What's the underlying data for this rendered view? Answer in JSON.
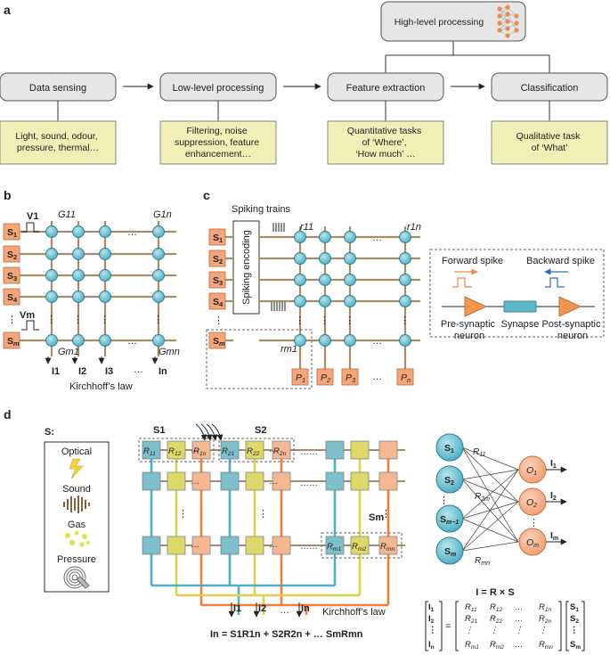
{
  "panel_a": {
    "label": "a",
    "high_level": "High-level processing",
    "stages": [
      {
        "title": "Data sensing",
        "detail": [
          "Light, sound, odour,",
          "pressure, thermal…"
        ]
      },
      {
        "title": "Low-level processing",
        "detail": [
          "Filtering, noise",
          "suppression, feature",
          "enhancement…"
        ]
      },
      {
        "title": "Feature extraction",
        "detail": [
          "Quantitative tasks",
          "of ‘Where’,",
          "‘How much’ …"
        ]
      },
      {
        "title": "Classification",
        "detail": [
          "Qualitative task",
          "of ‘What’"
        ]
      }
    ]
  },
  "panel_b": {
    "label": "b",
    "rows": [
      "S1",
      "S2",
      "S3",
      "S4",
      "Sm"
    ],
    "voltage_top": "V1",
    "voltage_bottom": "Vm",
    "g_top_left": "G11",
    "g_top_right": "G1n",
    "g_bottom_left": "Gm1",
    "g_bottom_right": "Gmn",
    "currents": [
      "I1",
      "I2",
      "I3",
      "In"
    ],
    "ellipsis": "…",
    "caption": "Kirchhoff’s law"
  },
  "panel_c": {
    "label": "c",
    "rows": [
      "S1",
      "S2",
      "S3",
      "S4",
      "Sm"
    ],
    "spiking_trains": "Spiking trains",
    "spiking_encoding": "Spiking encoding",
    "r_top_left": "r11",
    "r_top_right": "r1n",
    "r_bottom": "rm1",
    "outputs": [
      "P1",
      "P2",
      "P3",
      "Pn"
    ],
    "legend": {
      "forward": "Forward spike",
      "backward": "Backward spike",
      "pre": [
        "Pre-synaptic",
        "neuron"
      ],
      "synapse": "Synapse",
      "post": [
        "Post-synaptic",
        "neuron"
      ]
    }
  },
  "panel_d": {
    "label": "d",
    "s_title": "S:",
    "modalities": [
      "Optical",
      "Sound",
      "Gas",
      "Pressure"
    ],
    "group1": "S1",
    "group2": "S2",
    "groupm": "Sm",
    "top_cells": [
      "R11",
      "R12",
      "R1n",
      "R21",
      "R22",
      "R2n"
    ],
    "bottom_cells": [
      "Rm1",
      "Rm2",
      "Rmn"
    ],
    "currents": [
      "I1",
      "I2",
      "In"
    ],
    "kirchhoff": "Kirchhoff’s law",
    "formula": "In = S1R1n + S2R2n + … SmRmn",
    "net_inputs": [
      "S1",
      "S2",
      "Sm−1",
      "Sm"
    ],
    "net_outputs": [
      "O1",
      "O2",
      "Om"
    ],
    "net_out_currents": [
      "I1",
      "I2",
      "Im"
    ],
    "net_weights": [
      "R11",
      "R2m",
      "Rmn"
    ],
    "matrix_title": "I = R × S",
    "matrix_left": [
      "I1",
      "I2",
      "⋮",
      "In"
    ],
    "matrix_rows": [
      [
        "R11",
        "R12",
        "…",
        "R1n"
      ],
      [
        "R21",
        "R22",
        "…",
        "R2n"
      ],
      [
        "⋮",
        "⋮",
        "⋮",
        "⋮"
      ],
      [
        "Rm1",
        "Rm2",
        "…",
        "Rmn"
      ]
    ],
    "matrix_right": [
      "S1",
      "S2",
      "⋮",
      "Sm"
    ],
    "colors": {
      "s1": "#7dbfcb",
      "s2": "#dcd96a",
      "s3": "#f6b793",
      "wire1": "#4fb0c6",
      "wire2": "#d7d44a",
      "wire3": "#ef7f3a"
    }
  }
}
